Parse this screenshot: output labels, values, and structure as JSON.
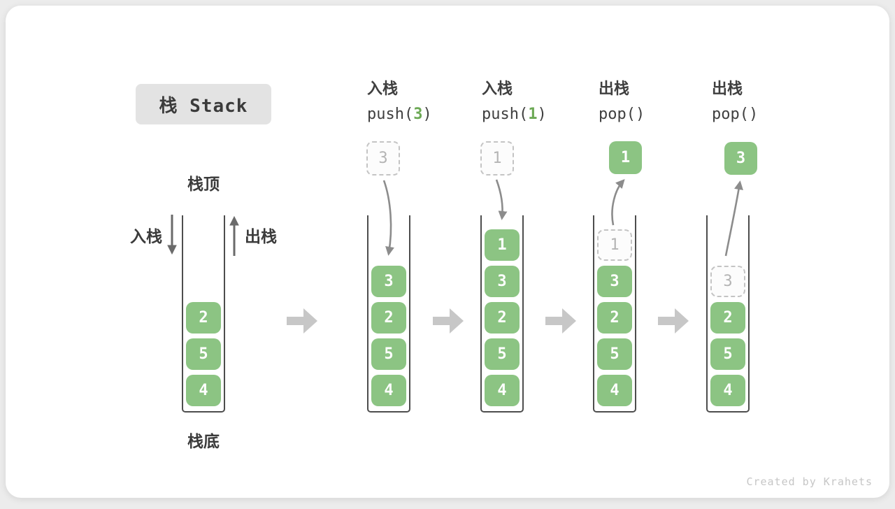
{
  "title": "栈 Stack",
  "side": {
    "top": "栈顶",
    "bottom": "栈底",
    "push": "入栈",
    "pop": "出栈"
  },
  "initial": {
    "cells": [
      "2",
      "5",
      "4"
    ]
  },
  "steps": [
    {
      "op": "入栈",
      "code_pre": "push(",
      "code_arg": "3",
      "code_post": ")",
      "float_value": "3",
      "cells": [
        "3",
        "2",
        "5",
        "4"
      ]
    },
    {
      "op": "入栈",
      "code_pre": "push(",
      "code_arg": "1",
      "code_post": ")",
      "float_value": "1",
      "cells": [
        "1",
        "3",
        "2",
        "5",
        "4"
      ]
    },
    {
      "op": "出栈",
      "code_pre": "pop()",
      "code_arg": "",
      "code_post": "",
      "float_value": "1",
      "ghost_value": "1",
      "cells": [
        "3",
        "2",
        "5",
        "4"
      ]
    },
    {
      "op": "出栈",
      "code_pre": "pop()",
      "code_arg": "",
      "code_post": "",
      "float_value": "3",
      "ghost_value": "3",
      "cells": [
        "2",
        "5",
        "4"
      ]
    }
  ],
  "watermark": "Created by Krahets",
  "colors": {
    "cell_green": "#8CC483",
    "code_arg_green": "#6CA955",
    "curve_arrow_gray": "#8C8C8C",
    "straight_arrow_gray": "#6A6A6A",
    "block_arrow_gray": "#C7C7C7",
    "ghost_gray": "#B4B4B4",
    "container_border": "#4D4D4D",
    "title_box_bg": "#E3E3E3",
    "text_dark": "#3B3B3B",
    "watermark_gray": "#C6C6C6"
  }
}
